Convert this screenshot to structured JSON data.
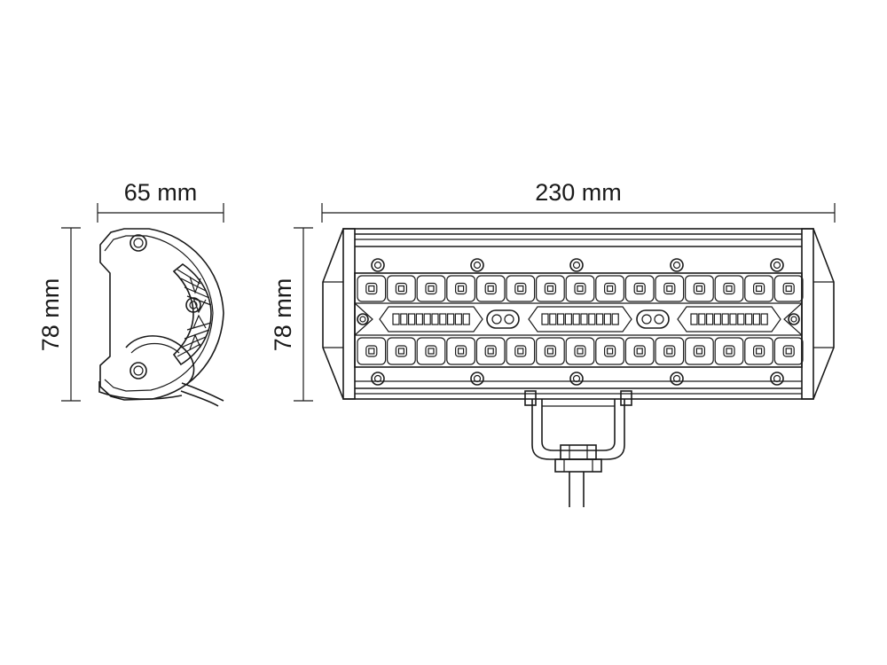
{
  "dimensions": {
    "side_width": "65 mm",
    "side_height": "78 mm",
    "front_width": "230 mm",
    "front_height": "78 mm"
  },
  "colors": {
    "line": "#1a1a1a",
    "background": "#ffffff"
  }
}
